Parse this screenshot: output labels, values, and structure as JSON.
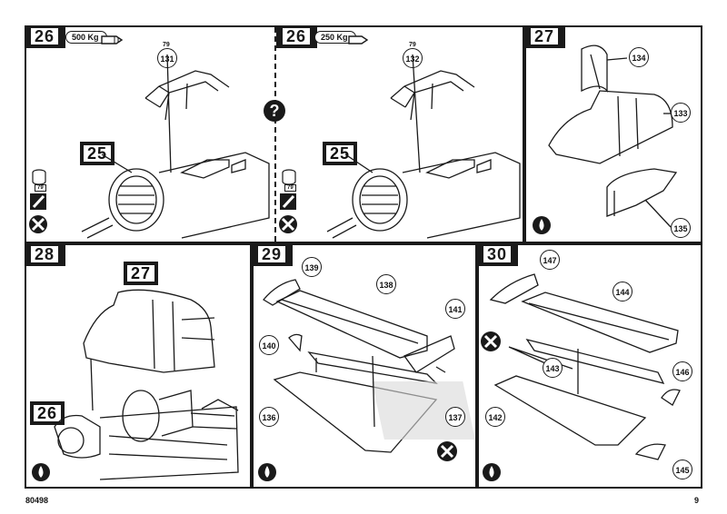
{
  "steps": {
    "s26a": {
      "label": "26",
      "weight": "500 Kg",
      "part": "131",
      "part_ref": "79",
      "ref_step": "25",
      "paint": "79"
    },
    "s26b": {
      "label": "26",
      "weight": "250 Kg",
      "part": "132",
      "part_ref": "79",
      "ref_step": "25",
      "paint": "79"
    },
    "s27": {
      "label": "27",
      "parts": [
        "134",
        "133",
        "135"
      ]
    },
    "s28": {
      "label": "28",
      "ref_top": "27",
      "ref_bottom": "26"
    },
    "s29": {
      "label": "29",
      "parts": [
        "139",
        "138",
        "141",
        "140",
        "136",
        "137"
      ]
    },
    "s30": {
      "label": "30",
      "parts": [
        "147",
        "144",
        "143",
        "146",
        "142",
        "145"
      ]
    }
  },
  "question_mark": "?",
  "footer": {
    "code": "80498",
    "page": "9"
  }
}
